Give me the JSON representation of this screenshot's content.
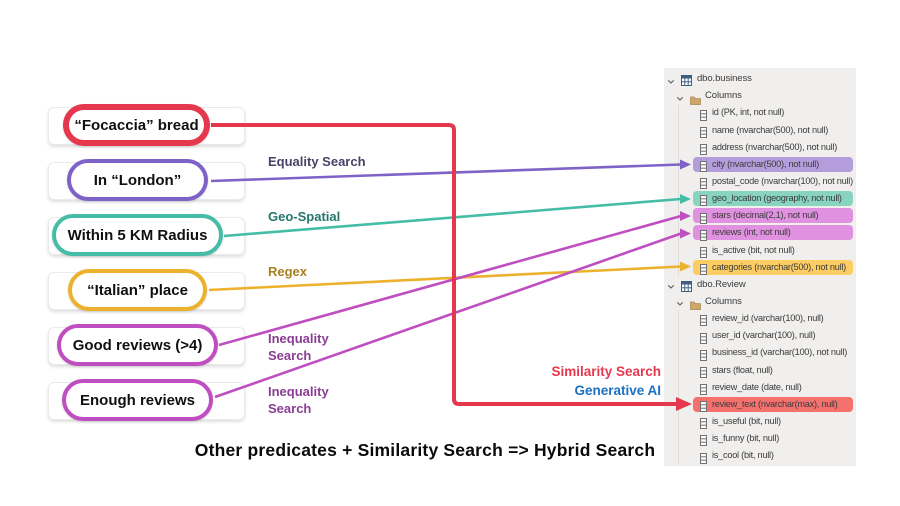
{
  "predicates": [
    {
      "label": "“Focaccia” bread",
      "color": "#e5384e"
    },
    {
      "label": "In “London”",
      "color": "#7e62c8"
    },
    {
      "label": "Within 5 KM Radius",
      "color": "#45bda6"
    },
    {
      "label": "“Italian” place",
      "color": "#ecb22e"
    },
    {
      "label": "Good reviews (>4)",
      "color": "#bf4ec0"
    },
    {
      "label": "Enough reviews",
      "color": "#bf4ec0"
    }
  ],
  "arrows": {
    "equality": {
      "label": "Equality Search",
      "label_color": "#4a4168",
      "color": "#7e62c8"
    },
    "geo": {
      "label": "Geo-Spatial",
      "label_color": "#23776b",
      "color": "#45bda6"
    },
    "regex": {
      "label": "Regex",
      "label_color": "#a8801f",
      "color": "#ecb22e"
    },
    "inequality1": {
      "label": "Inequality Search",
      "label_color": "#8a3e92",
      "color": "#bf4ec0"
    },
    "inequality2": {
      "label": "Inequality Search",
      "label_color": "#8a3e92",
      "color": "#bf4ec0"
    },
    "similarity": {
      "label": "Similarity Search",
      "label_color": "#e5384e",
      "color": "#e5384e"
    },
    "generative": {
      "label": "Generative AI",
      "label_color": "#1b72c0"
    }
  },
  "caption": "Other predicates + Similarity Search => Hybrid Search",
  "tree": {
    "rows": [
      {
        "label": "dbo.business",
        "type": "table"
      },
      {
        "label": "Columns",
        "type": "folder"
      },
      {
        "label": "id (PK, int, not null)",
        "type": "column"
      },
      {
        "label": "name (nvarchar(500), not null)",
        "type": "column"
      },
      {
        "label": "address (nvarchar(500), not null)",
        "type": "column"
      },
      {
        "label": "city (nvarchar(500), not null)",
        "type": "column",
        "highlight": "#b49ddb"
      },
      {
        "label": "postal_code (nvarchar(100), not null)",
        "type": "column"
      },
      {
        "label": "geo_location (geography, not null)",
        "type": "column",
        "highlight": "#88d4c0"
      },
      {
        "label": "stars (decimal(2,1), not null)",
        "type": "column",
        "highlight": "#e091e0"
      },
      {
        "label": "reviews (int, not null)",
        "type": "column",
        "highlight": "#e091e0"
      },
      {
        "label": "is_active (bit, not null)",
        "type": "column"
      },
      {
        "label": "categories (nvarchar(500), not null)",
        "type": "column",
        "highlight": "#fccd62"
      },
      {
        "label": "dbo.Review",
        "type": "table"
      },
      {
        "label": "Columns",
        "type": "folder"
      },
      {
        "label": "review_id (varchar(100), null)",
        "type": "column"
      },
      {
        "label": "user_id (varchar(100), null)",
        "type": "column"
      },
      {
        "label": "business_id (varchar(100), not null)",
        "type": "column"
      },
      {
        "label": "stars (float, null)",
        "type": "column"
      },
      {
        "label": "review_date (date, null)",
        "type": "column"
      },
      {
        "label": "review_text (nvarchar(max), null)",
        "type": "column",
        "highlight": "#f4716e"
      },
      {
        "label": "is_useful (bit, null)",
        "type": "column"
      },
      {
        "label": "is_funny (bit, null)",
        "type": "column"
      },
      {
        "label": "is_cool (bit, null)",
        "type": "column"
      }
    ]
  }
}
